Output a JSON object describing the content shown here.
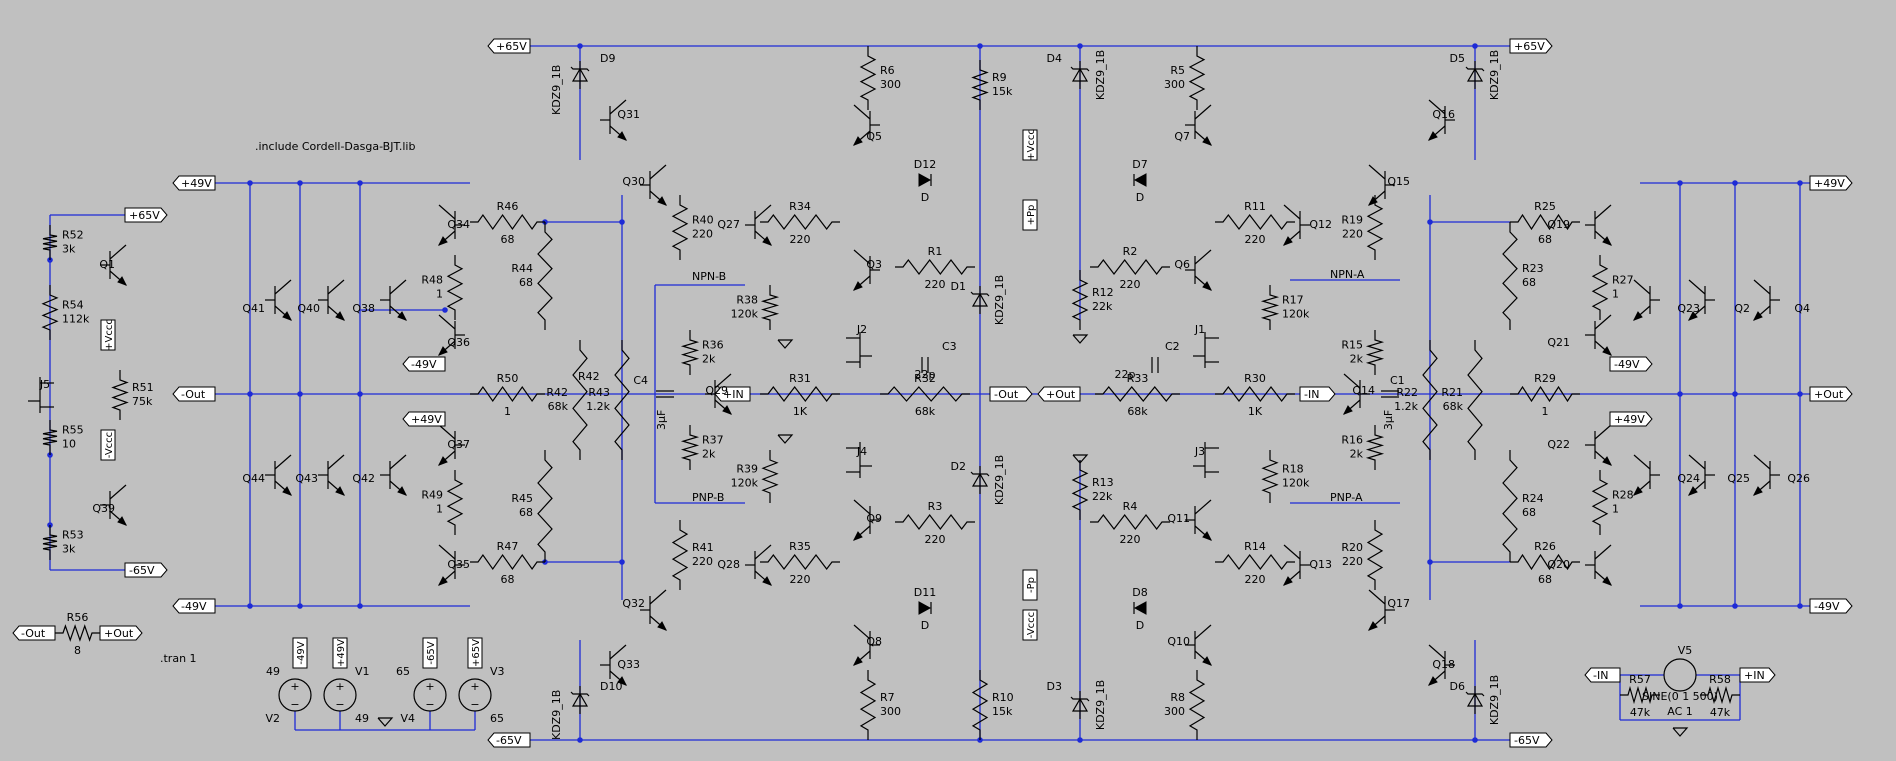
{
  "theme": {
    "background": "#c0c0c0",
    "wire": "#1e2bd6",
    "component": "#000000"
  },
  "directives": {
    "include": ".include Cordell-Dasga-BJT.lib",
    "tran": ".tran 1"
  },
  "net_labels": {
    "p65": "+65V",
    "m65": "-65V",
    "p49": "+49V",
    "m49": "-49V",
    "out_m": "-Out",
    "out_p": "+Out",
    "in_p": "+IN",
    "in_m": "-IN",
    "npn_b": "NPN-B",
    "pnp_b": "PNP-B",
    "npn_a": "NPN-A",
    "pnp_a": "PNP-A",
    "pvcc": "+Vccc",
    "mvcc": "-Vccc",
    "pp": "+Pp",
    "mpp": "-Pp"
  },
  "components": [
    {
      "ref": "Q1"
    },
    {
      "ref": "Q2"
    },
    {
      "ref": "Q3"
    },
    {
      "ref": "Q4"
    },
    {
      "ref": "Q5"
    },
    {
      "ref": "Q6"
    },
    {
      "ref": "Q7"
    },
    {
      "ref": "Q8"
    },
    {
      "ref": "Q9"
    },
    {
      "ref": "Q10"
    },
    {
      "ref": "Q11"
    },
    {
      "ref": "Q12"
    },
    {
      "ref": "Q13"
    },
    {
      "ref": "Q14"
    },
    {
      "ref": "Q15"
    },
    {
      "ref": "Q16"
    },
    {
      "ref": "Q17"
    },
    {
      "ref": "Q18"
    },
    {
      "ref": "Q19"
    },
    {
      "ref": "Q20"
    },
    {
      "ref": "Q21"
    },
    {
      "ref": "Q22"
    },
    {
      "ref": "Q23"
    },
    {
      "ref": "Q24"
    },
    {
      "ref": "Q25"
    },
    {
      "ref": "Q26"
    },
    {
      "ref": "Q27"
    },
    {
      "ref": "Q28"
    },
    {
      "ref": "Q29"
    },
    {
      "ref": "Q30"
    },
    {
      "ref": "Q31"
    },
    {
      "ref": "Q32"
    },
    {
      "ref": "Q33"
    },
    {
      "ref": "Q34"
    },
    {
      "ref": "Q35"
    },
    {
      "ref": "Q36"
    },
    {
      "ref": "Q37"
    },
    {
      "ref": "Q38"
    },
    {
      "ref": "Q39"
    },
    {
      "ref": "Q40"
    },
    {
      "ref": "Q41"
    },
    {
      "ref": "Q42"
    },
    {
      "ref": "Q43"
    },
    {
      "ref": "Q44"
    },
    {
      "ref": "J1"
    },
    {
      "ref": "J2"
    },
    {
      "ref": "J3"
    },
    {
      "ref": "J4"
    },
    {
      "ref": "J5"
    },
    {
      "ref": "R1",
      "value": "220"
    },
    {
      "ref": "R2",
      "value": "220"
    },
    {
      "ref": "R3",
      "value": "220"
    },
    {
      "ref": "R4",
      "value": "220"
    },
    {
      "ref": "R5",
      "value": "300"
    },
    {
      "ref": "R6",
      "value": "300"
    },
    {
      "ref": "R7",
      "value": "300"
    },
    {
      "ref": "R8",
      "value": "300"
    },
    {
      "ref": "R9",
      "value": "15k"
    },
    {
      "ref": "R10",
      "value": "15k"
    },
    {
      "ref": "R11",
      "value": "220"
    },
    {
      "ref": "R12",
      "value": "22k"
    },
    {
      "ref": "R13",
      "value": "22k"
    },
    {
      "ref": "R14",
      "value": "220"
    },
    {
      "ref": "R15",
      "value": "2k"
    },
    {
      "ref": "R16",
      "value": "2k"
    },
    {
      "ref": "R17",
      "value": "120k"
    },
    {
      "ref": "R18",
      "value": "120k"
    },
    {
      "ref": "R19",
      "value": "220"
    },
    {
      "ref": "R20",
      "value": "220"
    },
    {
      "ref": "R21",
      "value": "68k"
    },
    {
      "ref": "R22",
      "value": "1.2k"
    },
    {
      "ref": "R23",
      "value": "68"
    },
    {
      "ref": "R24",
      "value": "68"
    },
    {
      "ref": "R25",
      "value": "68"
    },
    {
      "ref": "R26",
      "value": "68"
    },
    {
      "ref": "R27",
      "value": "1"
    },
    {
      "ref": "R28",
      "value": "1"
    },
    {
      "ref": "R29",
      "value": "1"
    },
    {
      "ref": "R30",
      "value": "1K"
    },
    {
      "ref": "R31",
      "value": "1K"
    },
    {
      "ref": "R32",
      "value": "68k"
    },
    {
      "ref": "R33",
      "value": "68k"
    },
    {
      "ref": "R34",
      "value": "220"
    },
    {
      "ref": "R35",
      "value": "220"
    },
    {
      "ref": "R36",
      "value": "2k"
    },
    {
      "ref": "R37",
      "value": "2k"
    },
    {
      "ref": "R38",
      "value": "120k"
    },
    {
      "ref": "R39",
      "value": "120k"
    },
    {
      "ref": "R40",
      "value": "220"
    },
    {
      "ref": "R41",
      "value": "220"
    },
    {
      "ref": "R42",
      "value": "68k"
    },
    {
      "ref": "R43",
      "value": "1.2k"
    },
    {
      "ref": "R44",
      "value": "68"
    },
    {
      "ref": "R45",
      "value": "68"
    },
    {
      "ref": "R46",
      "value": "68"
    },
    {
      "ref": "R47",
      "value": "68"
    },
    {
      "ref": "R48",
      "value": "1"
    },
    {
      "ref": "R49",
      "value": "1"
    },
    {
      "ref": "R50",
      "value": "1"
    },
    {
      "ref": "R51",
      "value": "75k"
    },
    {
      "ref": "R52",
      "value": "3k"
    },
    {
      "ref": "R53",
      "value": "3k"
    },
    {
      "ref": "R54",
      "value": "112k"
    },
    {
      "ref": "R55",
      "value": "10"
    },
    {
      "ref": "R56",
      "value": "8"
    },
    {
      "ref": "R57",
      "value": "47k"
    },
    {
      "ref": "R58",
      "value": "47k"
    },
    {
      "ref": "C1",
      "value": "3µF"
    },
    {
      "ref": "C2",
      "value": "22p"
    },
    {
      "ref": "C3",
      "value": "22p"
    },
    {
      "ref": "C4",
      "value": "3µF"
    },
    {
      "ref": "D1",
      "value": "KDZ9_1B"
    },
    {
      "ref": "D2",
      "value": "KDZ9_1B"
    },
    {
      "ref": "D3",
      "value": "KDZ9_1B"
    },
    {
      "ref": "D4",
      "value": "KDZ9_1B"
    },
    {
      "ref": "D5",
      "value": "KDZ9_1B"
    },
    {
      "ref": "D6",
      "value": "KDZ9_1B"
    },
    {
      "ref": "D7",
      "value": "D"
    },
    {
      "ref": "D8",
      "value": "D"
    },
    {
      "ref": "D9",
      "value": "KDZ9_1B"
    },
    {
      "ref": "D10",
      "value": "KDZ9_1B"
    },
    {
      "ref": "D11",
      "value": "D"
    },
    {
      "ref": "D12",
      "value": "D"
    },
    {
      "ref": "V1",
      "value": "49"
    },
    {
      "ref": "V2",
      "value": "49"
    },
    {
      "ref": "V3",
      "value": "65"
    },
    {
      "ref": "V4",
      "value": "65"
    },
    {
      "ref": "V5",
      "value": "SINE(0 1 500)",
      "extra": "AC 1"
    }
  ]
}
